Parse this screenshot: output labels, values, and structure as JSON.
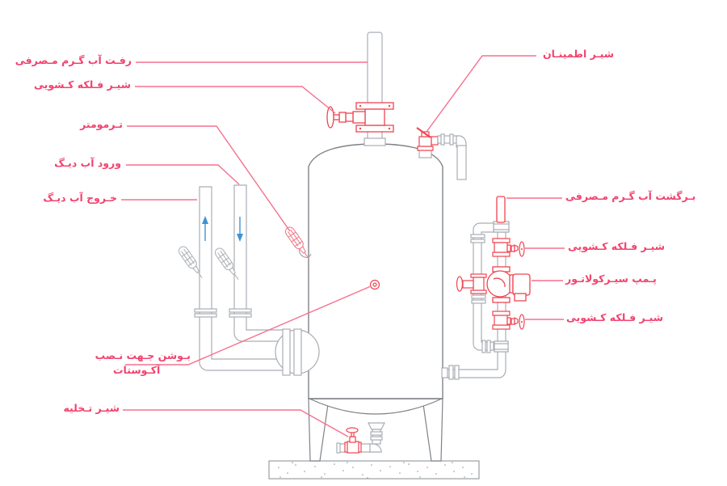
{
  "diagram": {
    "type": "hot-water-storage-tank-piping-diagram",
    "labels": {
      "supply_out": "رفـت آب گـرم مـصرفی",
      "gate_valve_top": "شیـر فـلکه کـشویی",
      "thermometer": "تـرمومتر",
      "boiler_water_in": "ورود آب دیـگ",
      "boiler_water_out": "خـروج آب دیـگ",
      "aquastat_bushing_line1": "بـوشن جـهت نـصب",
      "aquastat_bushing_line2": "آکـوستات",
      "drain_valve": "شیـر تـخلیه",
      "safety_valve": "شیـر اطمینـان",
      "return_line": "بـرگشت آب گـرم مـصرفی",
      "gate_valve_right_upper": "شیـر فـلکه کـشویی",
      "circulator_pump": "پـمپ سیـرکولاتـور",
      "gate_valve_right_lower": "شیـر فـلکه کـشویی"
    },
    "colors": {
      "label_text": "#f2436e",
      "leader_line": "#f5718f",
      "component_red": "#ef4450",
      "pipe_gray": "#a9aeb3",
      "tank_outline": "#7e8388",
      "flow_arrow_blue": "#3f93d2",
      "background": "#ffffff"
    },
    "flow_arrows": {
      "boiler_outlet_pipe": "arrow-up-icon",
      "boiler_inlet_pipe": "arrow-down-icon"
    }
  }
}
